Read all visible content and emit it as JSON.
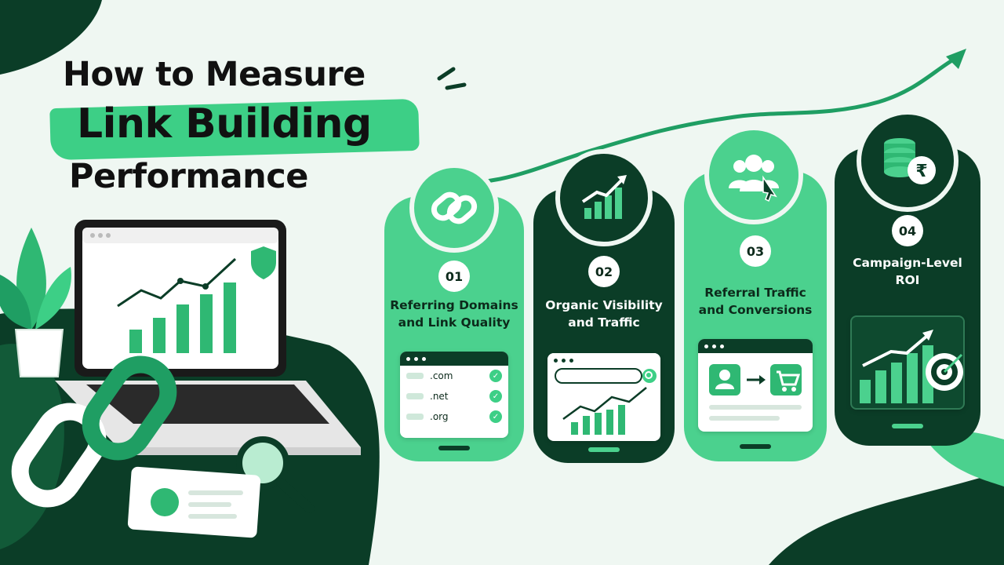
{
  "title": {
    "line1": "How to Measure",
    "line2": "Link Building",
    "line3": "Performance"
  },
  "cards": [
    {
      "number": "01",
      "label": "Referring Domains\nand Link Quality",
      "domains": [
        ".com",
        ".net",
        ".org"
      ],
      "icon": "chain-link-icon"
    },
    {
      "number": "02",
      "label": "Organic Visibility\nand Traffic",
      "icon": "growth-chart-icon"
    },
    {
      "number": "03",
      "label": "Referral Traffic\nand Conversions",
      "icon": "users-cursor-icon"
    },
    {
      "number": "04",
      "label": "Campaign-Level\nROI",
      "icon": "rupee-coins-icon"
    }
  ],
  "colors": {
    "background": "#eff7f2",
    "accent_light": "#4bd18e",
    "accent_dark": "#0b3d27",
    "brush": "#3dcf86"
  }
}
